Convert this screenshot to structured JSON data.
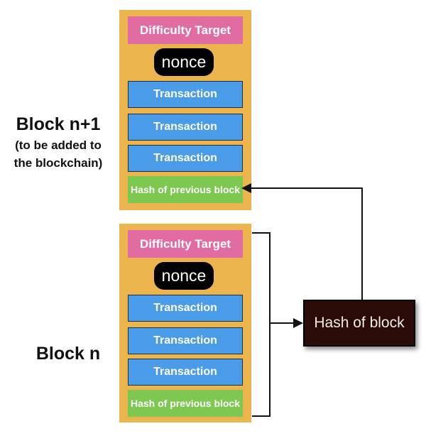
{
  "blocks": [
    {
      "label": "Block n+1",
      "sublabel_line1": "(to be added to",
      "sublabel_line2": "the blockchain)",
      "difficulty_target": "Difficulty Target",
      "nonce": "nonce",
      "transactions": [
        "Transaction",
        "Transaction",
        "Transaction"
      ],
      "prev_hash": "Hash of previous block"
    },
    {
      "label": "Block n",
      "difficulty_target": "Difficulty Target",
      "nonce": "nonce",
      "transactions": [
        "Transaction",
        "Transaction",
        "Transaction"
      ],
      "prev_hash": "Hash of previous block"
    }
  ],
  "hash_box": {
    "label": "Hash of block"
  },
  "colors": {
    "block_bg": "#ECB44C",
    "difficulty_bg": "#E16CA2",
    "nonce_bg": "#000000",
    "transaction_bg": "#4A9CE8",
    "prev_hash_bg": "#7DC850",
    "hash_box_bg": "#2B0B08",
    "arrow": "#131313"
  }
}
